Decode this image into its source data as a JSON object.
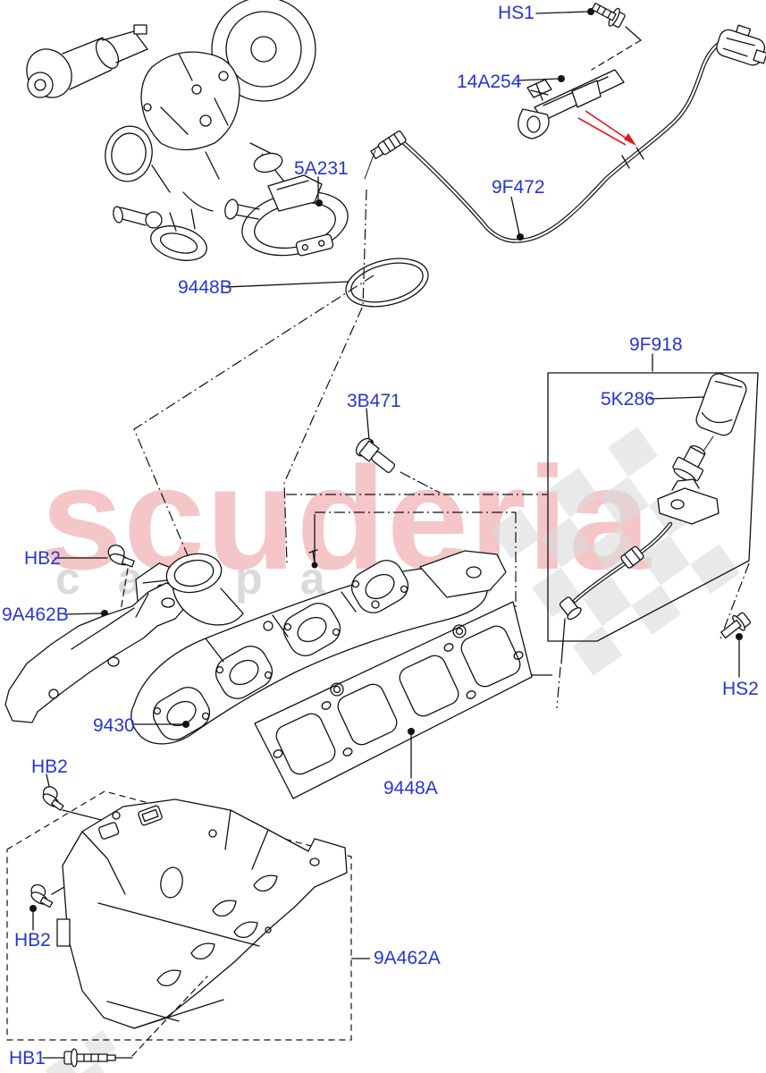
{
  "diagram": {
    "watermark": {
      "brand": "scuderia",
      "sub_letters": "carparts"
    },
    "colors": {
      "label_blue": "#2636d4",
      "arrow_red": "#e01b1b",
      "line_color": "#111111",
      "watermark_pink": "#f5c6c8",
      "watermark_gray": "#dadada",
      "flag_gray": "#dcdcdc"
    },
    "labels": [
      {
        "text": "HS1"
      },
      {
        "text": "14A254"
      },
      {
        "text": "5A231"
      },
      {
        "text": "9448B"
      },
      {
        "text": "9F472"
      },
      {
        "text": "9F918"
      },
      {
        "text": "5K286"
      },
      {
        "text": "3B471"
      },
      {
        "text": "HB2"
      },
      {
        "text": "9A462B"
      },
      {
        "text": "9430"
      },
      {
        "text": "HS2"
      },
      {
        "text": "9448A"
      },
      {
        "text": "HB2"
      },
      {
        "text": "HB2"
      },
      {
        "text": "9A462A"
      },
      {
        "text": "HB1"
      }
    ]
  }
}
